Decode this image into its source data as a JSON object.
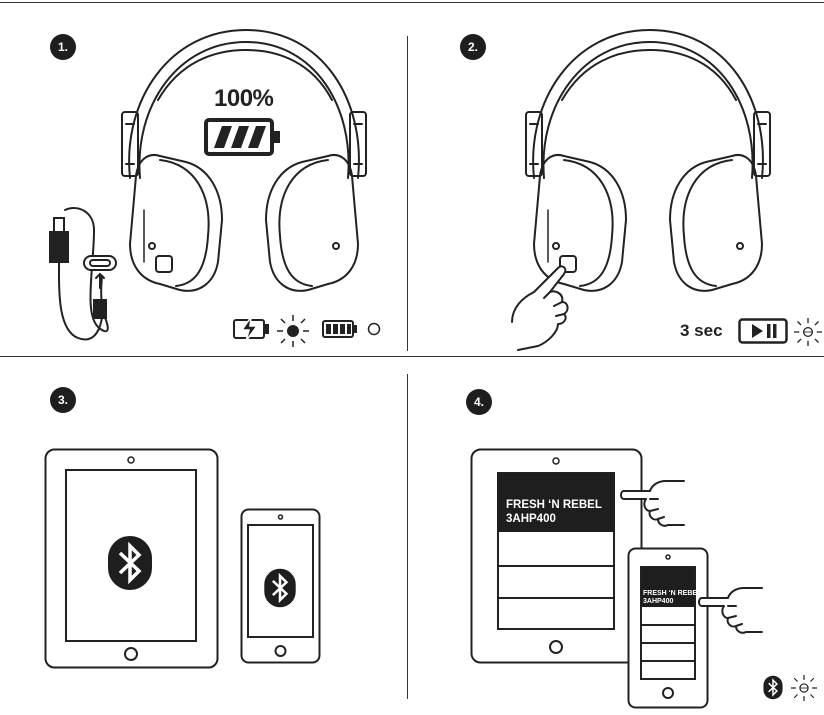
{
  "steps": [
    {
      "number": "1."
    },
    {
      "number": "2."
    },
    {
      "number": "3."
    },
    {
      "number": "4."
    }
  ],
  "battery": {
    "percent_label": "100%",
    "level": 1.0
  },
  "pairing": {
    "hold_duration": "3 sec"
  },
  "device": {
    "name_line1": "FRESH ‘N REBEL",
    "name_line2": "3AHP400"
  },
  "icons": {
    "usb_c_cable": "usb-c-cable-icon",
    "battery": "battery-icon",
    "charging": "charging-icon",
    "led": "led-light-icon",
    "play_pause": "play-pause-icon",
    "bluetooth": "bluetooth-icon",
    "pointing_hand": "pointing-hand-icon"
  },
  "colors": {
    "ink": "#222222",
    "badge": "#1e1e1e",
    "background": "#ffffff"
  }
}
